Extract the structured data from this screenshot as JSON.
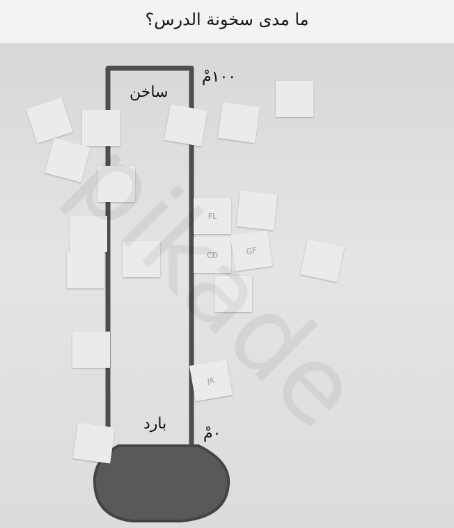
{
  "title": "ما مدى سخونة الدرس؟",
  "labels": {
    "hot": "ساخن",
    "cold": "بارد",
    "top_temp": "١٠٠مْ",
    "bottom_temp": "٠مْ"
  },
  "notes": [
    {
      "text": "FL"
    },
    {
      "text": "CD"
    },
    {
      "text": "GF"
    },
    {
      "text": "JK"
    }
  ],
  "watermark": "pikade",
  "colors": {
    "tube_outline": "#4d4d4d",
    "bulb_fill": "#595959",
    "note": "#ebebeb"
  }
}
